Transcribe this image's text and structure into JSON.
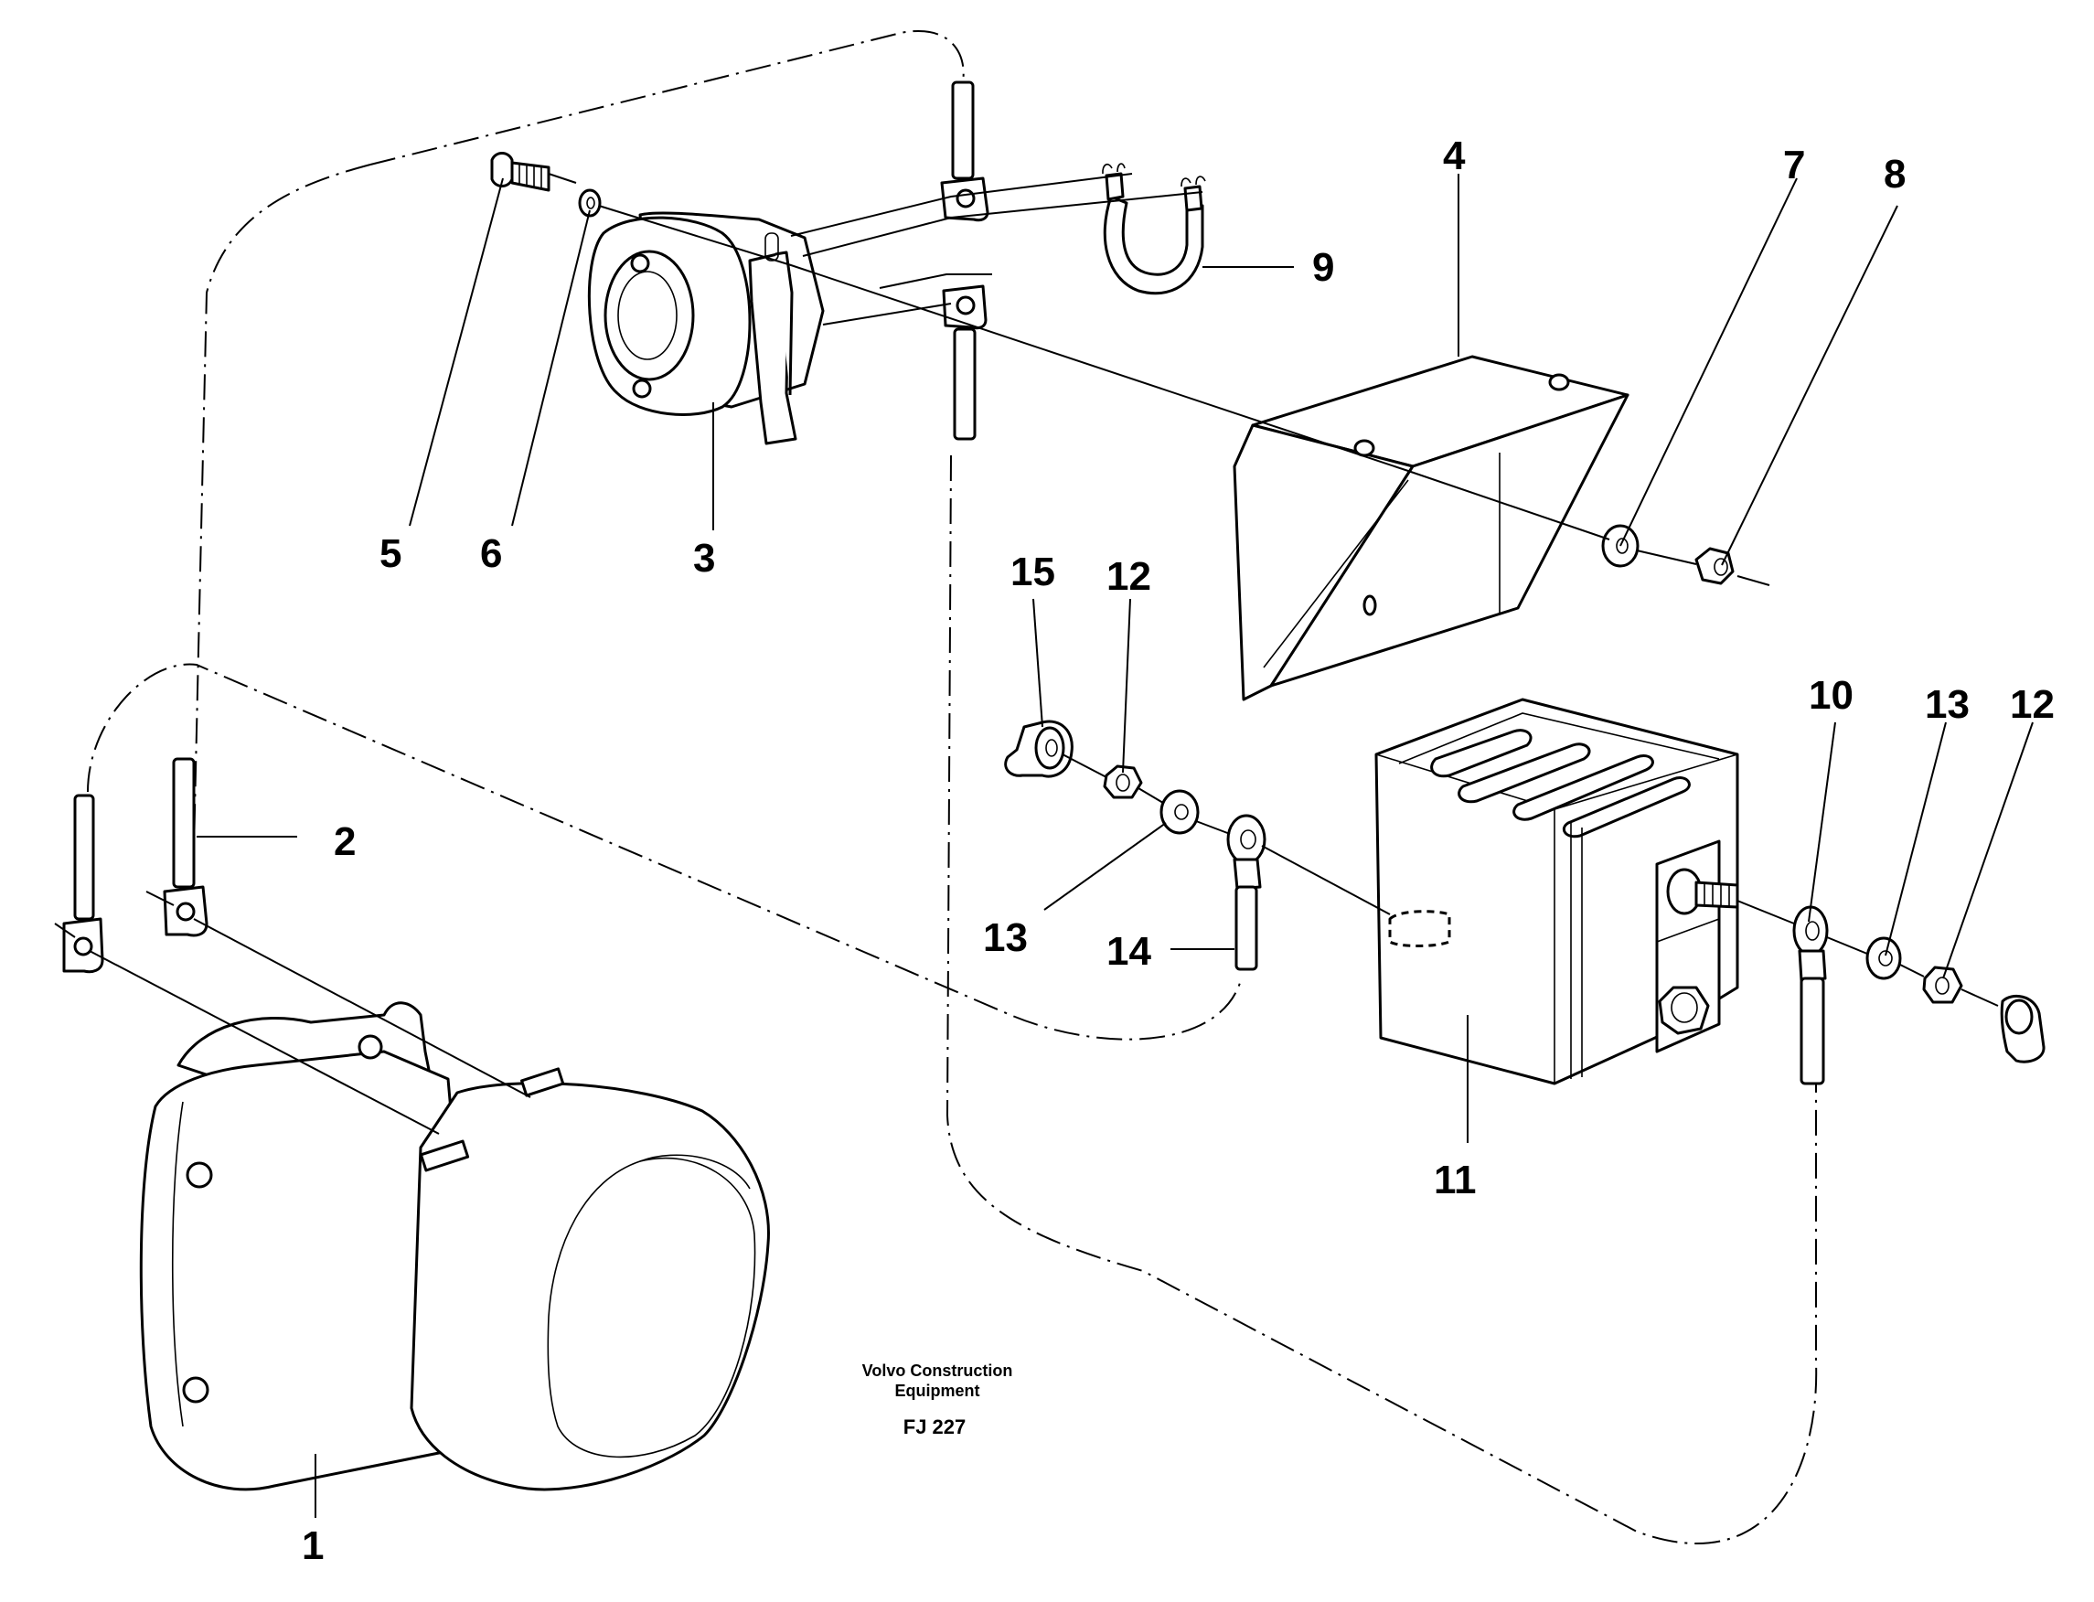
{
  "diagram": {
    "callouts": {
      "c1": "1",
      "c2": "2",
      "c3": "3",
      "c4": "4",
      "c5": "5",
      "c6": "6",
      "c7": "7",
      "c8": "8",
      "c9": "9",
      "c10": "10",
      "c11": "11",
      "c12a": "12",
      "c12b": "12",
      "c13a": "13",
      "c13b": "13",
      "c14": "14",
      "c15": "15"
    },
    "credit_line1": "Volvo Construction",
    "credit_line2": "Equipment",
    "figure_code": "FJ 227"
  }
}
